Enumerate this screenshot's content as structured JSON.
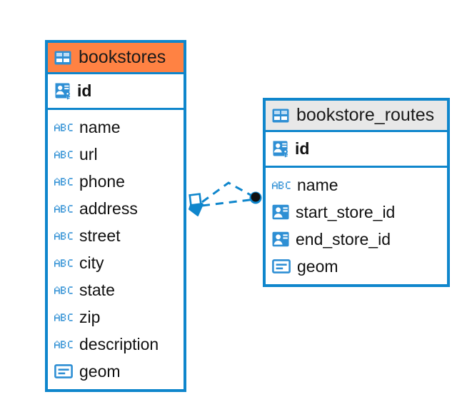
{
  "diagram": {
    "type": "entity-relationship-diagram",
    "background_color": "#ffffff",
    "accent_color": "#0f86cc",
    "highlight_color": "#ff8243",
    "header_default_color": "#e8e8e8",
    "text_color": "#111111"
  },
  "entities": [
    {
      "name": "bookstores",
      "header_color": "#ff8243",
      "selected": true,
      "primary_keys": [
        {
          "label": "id",
          "icon": "primary-key-icon"
        }
      ],
      "fields": [
        {
          "label": "name",
          "icon": "abc-text-icon"
        },
        {
          "label": "url",
          "icon": "abc-text-icon"
        },
        {
          "label": "phone",
          "icon": "abc-text-icon"
        },
        {
          "label": "address",
          "icon": "abc-text-icon"
        },
        {
          "label": "street",
          "icon": "abc-text-icon"
        },
        {
          "label": "city",
          "icon": "abc-text-icon"
        },
        {
          "label": "state",
          "icon": "abc-text-icon"
        },
        {
          "label": "zip",
          "icon": "abc-text-icon"
        },
        {
          "label": "description",
          "icon": "abc-text-icon"
        },
        {
          "label": "geom",
          "icon": "geometry-icon"
        }
      ]
    },
    {
      "name": "bookstore_routes",
      "header_color": "#e8e8e8",
      "selected": false,
      "primary_keys": [
        {
          "label": "id",
          "icon": "primary-key-icon"
        }
      ],
      "fields": [
        {
          "label": "name",
          "icon": "abc-text-icon"
        },
        {
          "label": "start_store_id",
          "icon": "foreign-key-icon"
        },
        {
          "label": "end_store_id",
          "icon": "foreign-key-icon"
        },
        {
          "label": "geom",
          "icon": "geometry-icon"
        }
      ]
    }
  ],
  "relationship": {
    "name": "bookstores-to-bookstore-routes",
    "style": "dashed",
    "color": "#0f86cc",
    "source_marker": "crows-foot-many-icon",
    "target_marker": "one-filled-dot-icon",
    "label": ""
  }
}
